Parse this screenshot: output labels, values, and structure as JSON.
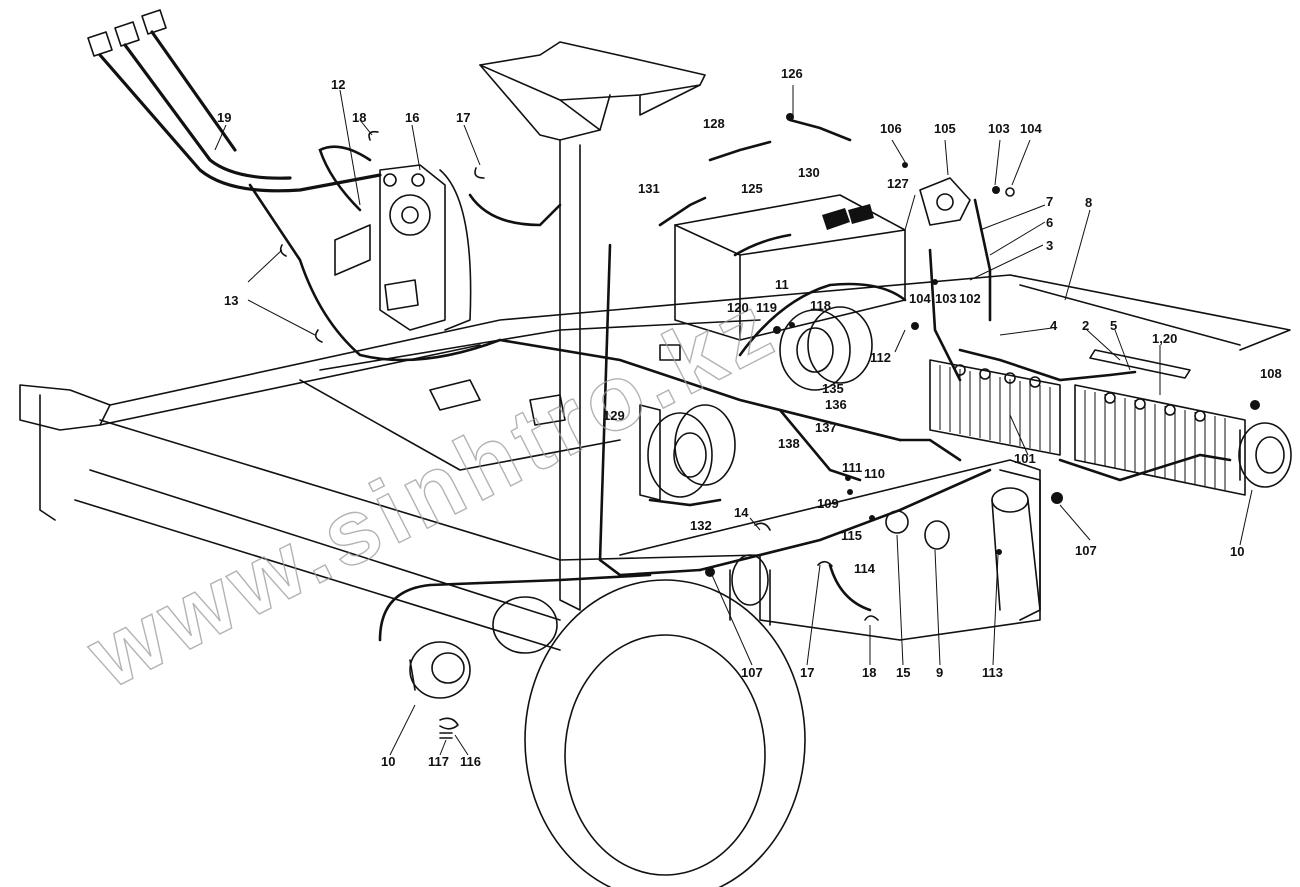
{
  "watermark": "www.sinhtro.kz",
  "callouts": [
    "19",
    "12",
    "18",
    "16",
    "17",
    "13",
    "126",
    "128",
    "106",
    "105",
    "103",
    "104",
    "130",
    "131",
    "125",
    "127",
    "7",
    "6",
    "3",
    "8",
    "11",
    "120",
    "119",
    "118",
    "104",
    "103",
    "102",
    "4",
    "2",
    "5",
    "1,20",
    "112",
    "135",
    "136",
    "137",
    "138",
    "129",
    "108",
    "101",
    "111",
    "110",
    "109",
    "132",
    "14",
    "115",
    "114",
    "107",
    "10",
    "107",
    "17",
    "18",
    "15",
    "9",
    "113",
    "10",
    "117",
    "116"
  ]
}
